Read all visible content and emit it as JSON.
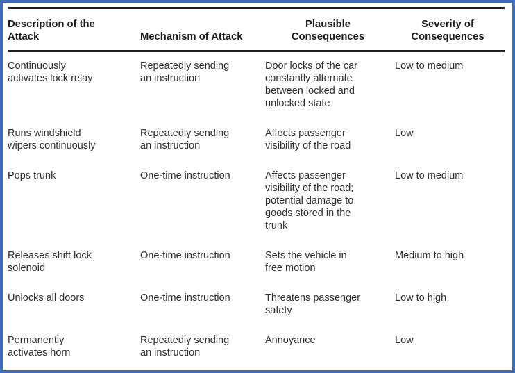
{
  "page": {
    "frame_border_color": "#3e6cb8",
    "rule_color": "#1d1d1d",
    "background_color": "#ffffff",
    "text_color": "#2e2e2e"
  },
  "table": {
    "columns": [
      {
        "label": "Description of the\nAttack",
        "align": "left"
      },
      {
        "label": "Mechanism of Attack",
        "align": "left"
      },
      {
        "label": "Plausible\nConsequences",
        "align": "center"
      },
      {
        "label": "Severity of\nConsequences",
        "align": "center"
      }
    ],
    "rows": [
      {
        "description": "Continuously\nactivates lock relay",
        "mechanism": "Repeatedly sending\nan instruction",
        "consequences": "Door locks of the car\nconstantly alternate\nbetween locked and\nunlocked state",
        "severity": "Low to medium"
      },
      {
        "description": "Runs windshield\nwipers continuously",
        "mechanism": "Repeatedly sending\nan instruction",
        "consequences": "Affects passenger\nvisibility of the road",
        "severity": "Low"
      },
      {
        "description": "Pops trunk",
        "mechanism": "One-time instruction",
        "consequences": "Affects passenger\nvisibility of the road;\npotential damage to\ngoods stored in the\ntrunk",
        "severity": "Low to medium"
      },
      {
        "description": "Releases shift lock\nsolenoid",
        "mechanism": "One-time instruction",
        "consequences": "Sets the vehicle in\nfree motion",
        "severity": "Medium to high"
      },
      {
        "description": "Unlocks all doors",
        "mechanism": "One-time instruction",
        "consequences": "Threatens passenger\nsafety",
        "severity": "Low to high"
      },
      {
        "description": "Permanently\nactivates horn",
        "mechanism": "Repeatedly sending\nan instruction",
        "consequences": "Annoyance",
        "severity": "Low"
      }
    ]
  }
}
